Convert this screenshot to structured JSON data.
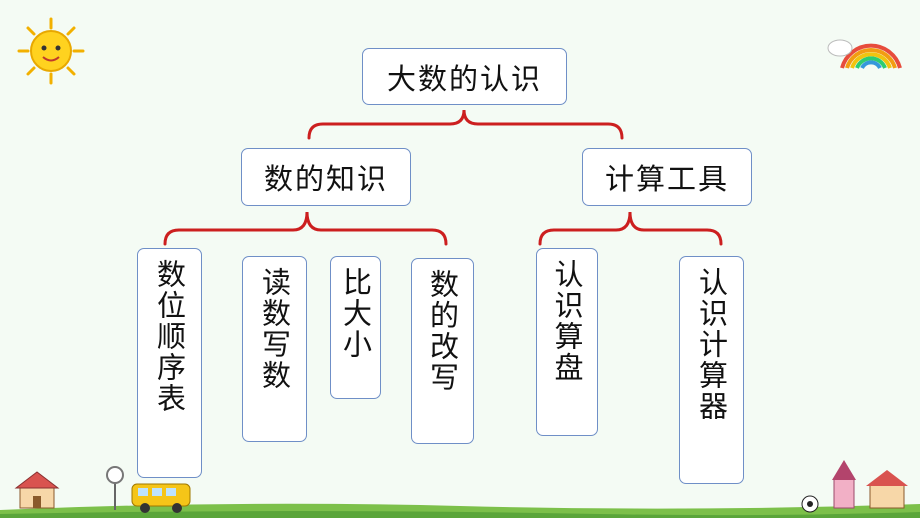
{
  "colors": {
    "connector": "#cc1f1f",
    "node_border": "#6f8fc7"
  },
  "root": {
    "label": "大数的认识"
  },
  "branches": [
    {
      "label": "数的知识",
      "leaves": [
        "数位顺序表",
        "读数写数",
        "比大小",
        "数的改写"
      ]
    },
    {
      "label": "计算工具",
      "leaves": [
        "认识算盘",
        "认识计算器"
      ]
    }
  ],
  "decorations": [
    "sun-icon",
    "rainbow-icon",
    "school-bus-icon",
    "house-icon",
    "sign-icon",
    "ball-icon",
    "grass-icon"
  ]
}
